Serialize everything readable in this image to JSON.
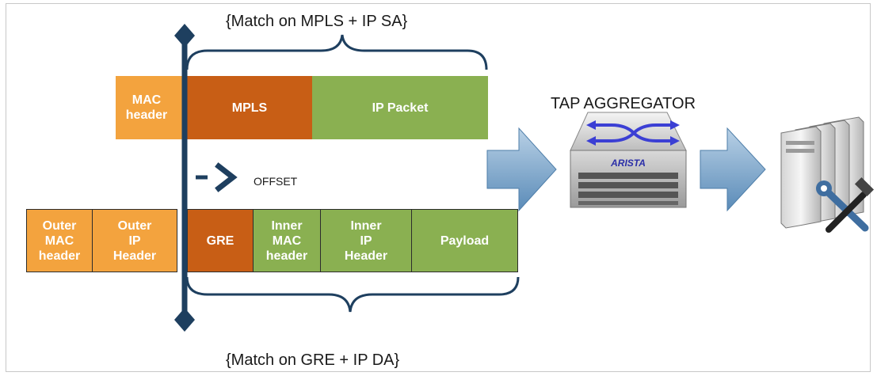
{
  "top_caption": "{Match on MPLS + IP SA}",
  "bottom_caption": "{Match on GRE + IP DA}",
  "offset_label": "OFFSET",
  "aggregator_label": "TAP AGGREGATOR",
  "switch_brand": "ARISTA",
  "top_packet": {
    "mac_header": "MAC\nheader",
    "mpls": "MPLS",
    "ip_packet": "IP Packet"
  },
  "bottom_packet": {
    "outer_mac": "Outer\nMAC\nheader",
    "outer_ip": "Outer\nIP\nHeader",
    "gre": "GRE",
    "inner_mac": "Inner\nMAC\nheader",
    "inner_ip": "Inner\nIP\nHeader",
    "payload": "Payload"
  },
  "colors": {
    "light_orange": "#f3a33e",
    "dark_orange": "#c85e15",
    "green": "#8ab051",
    "navy": "#1e3f5f",
    "arrow_blue": "#6d9bc3"
  },
  "icons": [
    "offset-chevron-icon",
    "flow-arrow-icon",
    "network-switch-icon",
    "server-tools-icon"
  ]
}
